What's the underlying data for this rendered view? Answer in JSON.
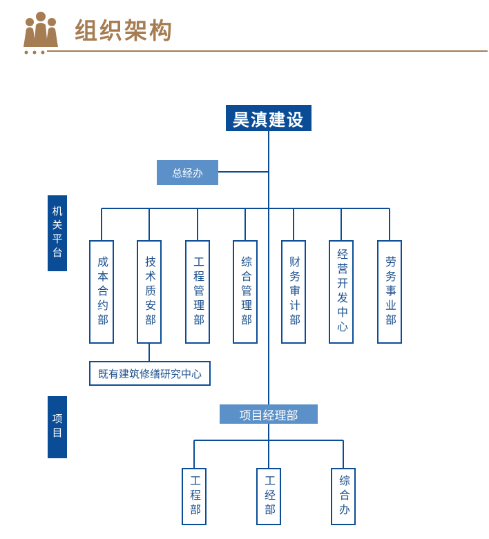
{
  "header": {
    "title": "组织架构",
    "accent_color": "#a67c52",
    "icon": "people-group-icon"
  },
  "colors": {
    "dark_blue": "#0a4d96",
    "mid_blue": "#5b90c8",
    "line_blue": "#0a4d96"
  },
  "org": {
    "root": "昊滇建设",
    "general_office": "总经办",
    "bands": {
      "platform": "机关平台",
      "project": "项目"
    },
    "departments": [
      "成本合约部",
      "技术质安部",
      "工程管理部",
      "综合管理部",
      "财务审计部",
      "经营开发中心",
      "劳务事业部"
    ],
    "research_center": "既有建筑修缮研究中心",
    "project_manager": "项目经理部",
    "project_departments": [
      "工程部",
      "工经部",
      "综合办"
    ]
  }
}
